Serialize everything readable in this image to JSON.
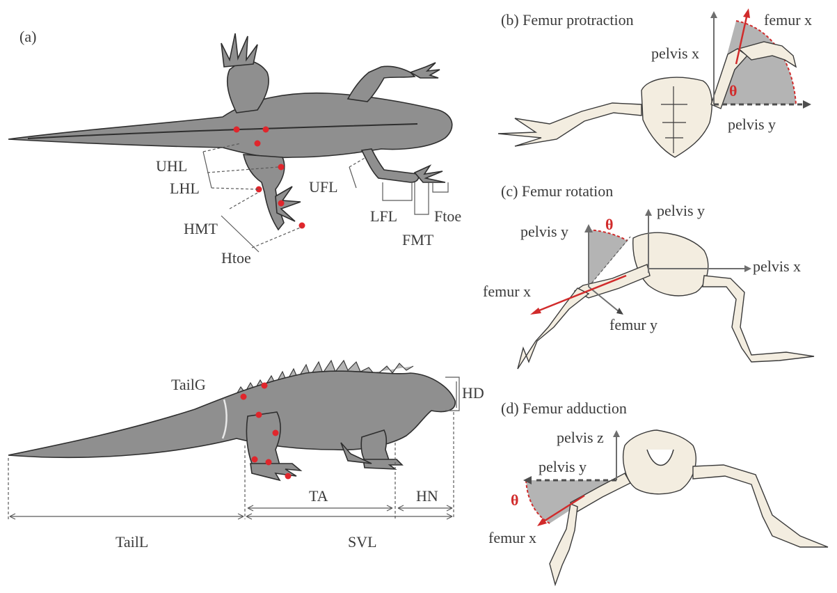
{
  "panel_a": {
    "label": "(a)",
    "measures_top": {
      "uhl": "UHL",
      "lhl": "LHL",
      "hmt": "HMT",
      "htoe": "Htoe",
      "ufl": "UFL",
      "lfl": "LFL",
      "fmt": "FMT",
      "ftoe": "Ftoe"
    },
    "measures_side": {
      "tailg": "TailG",
      "hd": "HD",
      "ta": "TA",
      "hn": "HN",
      "taill": "TailL",
      "svl": "SVL"
    }
  },
  "panel_b": {
    "title": "(b) Femur protraction",
    "femur_x": "femur x",
    "pelvis_x": "pelvis x",
    "pelvis_y": "pelvis y",
    "theta": "θ"
  },
  "panel_c": {
    "title": "(c) Femur rotation",
    "pelvis_y_left": "pelvis y",
    "pelvis_y_right": "pelvis y",
    "pelvis_x": "pelvis x",
    "femur_x": "femur x",
    "femur_y": "femur y",
    "theta": "θ"
  },
  "panel_d": {
    "title": "(d) Femur adduction",
    "pelvis_z": "pelvis z",
    "pelvis_y": "pelvis y",
    "femur_x": "femur x",
    "theta": "θ"
  },
  "colors": {
    "body": "#8f8f8f",
    "bone": "#f3ede0",
    "marker": "#e0262c",
    "vector": "#d12b2b",
    "sector": "#a7a7a7"
  }
}
